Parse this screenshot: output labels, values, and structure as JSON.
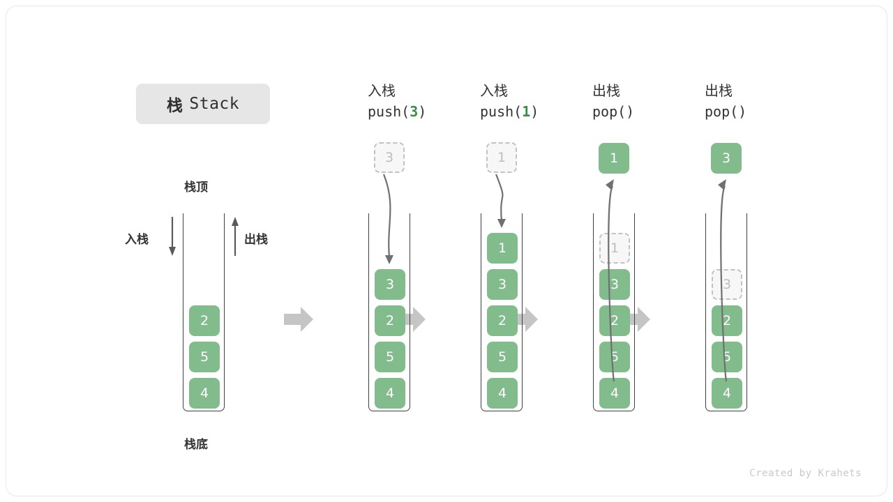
{
  "card": {
    "title_cn": "栈",
    "title_en": "Stack",
    "footer": "Created by Krahets"
  },
  "colors": {
    "box_green": "#82bc8c",
    "accent_green": "#3c8c44",
    "ghost_fill": "#f7f7f7",
    "ghost_border": "#c2c2c2",
    "container_border": "#3f3f3f",
    "step_arrow": "#c5c5c5",
    "curve_arrow": "#707070",
    "chip_bg": "#e6e6e6",
    "text_dark": "#333333",
    "footer_text": "#c9c9c9"
  },
  "initial_stack": {
    "label_top": "栈顶",
    "label_bottom": "栈底",
    "label_push": "入栈",
    "label_pop": "出栈",
    "items": [
      "4",
      "5",
      "2"
    ]
  },
  "steps": [
    {
      "op_cn": "入栈",
      "op_code_prefix": "push(",
      "op_code_arg": "3",
      "op_code_suffix": ")",
      "kind": "push",
      "float_value": "3",
      "float_style": "ghost",
      "items": [
        "4",
        "5",
        "2",
        "3"
      ],
      "ghost_index": -1
    },
    {
      "op_cn": "入栈",
      "op_code_prefix": "push(",
      "op_code_arg": "1",
      "op_code_suffix": ")",
      "kind": "push",
      "float_value": "1",
      "float_style": "ghost",
      "items": [
        "4",
        "5",
        "2",
        "3",
        "1"
      ],
      "ghost_index": -1
    },
    {
      "op_cn": "出栈",
      "op_code_prefix": "pop(",
      "op_code_arg": "",
      "op_code_suffix": ")",
      "kind": "pop",
      "float_value": "1",
      "float_style": "solid",
      "items": [
        "4",
        "5",
        "2",
        "3",
        "1"
      ],
      "ghost_index": 4
    },
    {
      "op_cn": "出栈",
      "op_code_prefix": "pop(",
      "op_code_arg": "",
      "op_code_suffix": ")",
      "kind": "pop",
      "float_value": "3",
      "float_style": "solid",
      "items": [
        "4",
        "5",
        "2",
        "3"
      ],
      "ghost_index": 3
    }
  ]
}
